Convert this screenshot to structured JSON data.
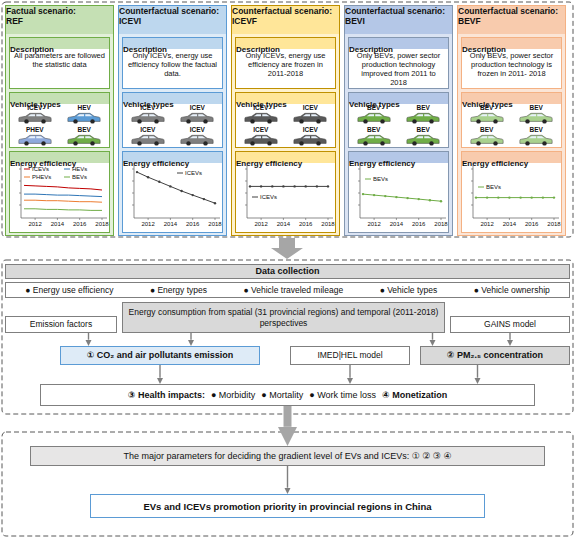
{
  "diagram": {
    "nodes": [
      {
        "text": [
          "Factual scenario: REF"
        ]
      },
      {
        "text": [
          "Description",
          "All parameters are followed the statistic data"
        ],
        "in": 0
      },
      {
        "text": [
          "Vehicle types"
        ],
        "in": 0
      },
      {
        "text": [
          "Energy efficiency"
        ],
        "in": 0
      },
      {
        "text": [
          "Counterfactual scenario: ICEVI"
        ]
      },
      {
        "text": [
          "Description",
          "Only ICEVs, energy use efficiency follow the factual data."
        ],
        "in": 4
      },
      {
        "text": [
          "Vehicle types"
        ],
        "in": 4
      },
      {
        "text": [
          "Energy efficiency"
        ],
        "in": 4
      },
      {
        "text": [
          "Counterfactual scenario: ICEVF"
        ]
      },
      {
        "text": [
          "Description",
          "Only ICEVs, energy use efficiency are frozen in 2011-2018"
        ],
        "in": 8
      },
      {
        "text": [
          "Vehicle types"
        ],
        "in": 8
      },
      {
        "text": [
          "Energy efficiency"
        ],
        "in": 8
      },
      {
        "text": [
          "Counterfactual scenario: BEVI"
        ]
      },
      {
        "text": [
          "Description",
          "Only BEVs, power sector production technology improved from 2011 to 2018"
        ],
        "in": 12
      },
      {
        "text": [
          "Vehicle types"
        ],
        "in": 12
      },
      {
        "text": [
          "Energy efficiency"
        ],
        "in": 12
      },
      {
        "text": [
          "Counterfactual scenario: BEVF"
        ]
      },
      {
        "text": [
          "Description",
          "Only BEVs, power sector production technology is frozen in 2011- 2018"
        ],
        "in": 16
      },
      {
        "text": [
          "Vehicle types"
        ],
        "in": 16
      },
      {
        "text": [
          "Energy efficiency"
        ],
        "in": 16
      },
      {
        "text": [
          "Data collection"
        ]
      },
      {
        "text": [
          "● Energy use efficiency",
          "● Energy types",
          "● Vehicle traveled mileage",
          "● Vehicle types",
          "● Vehicle ownership"
        ]
      },
      {
        "text": [
          "Emission factors"
        ]
      },
      {
        "text": [
          "Energy consumption from spatial (31 provincial regions) and temporal (2011-2018) perspectives"
        ]
      },
      {
        "text": [
          "GAINS model"
        ]
      },
      {
        "text": [
          "① CO₂ and air pollutants emission"
        ]
      },
      {
        "text": [
          "IMED|HEL model"
        ]
      },
      {
        "text": [
          "② PM₂.₅ concentration"
        ]
      },
      {
        "text": [
          "③ Health impacts:",
          "● Morbidity",
          "● Mortality",
          "● Work time loss",
          "④ Monetization"
        ]
      },
      {
        "text": [
          "The major parameters for deciding the gradient level of EVs and ICEVs: ① ② ③ ④"
        ]
      },
      {
        "text": [
          "EVs and ICEVs promotion priority in provincial regions in China"
        ]
      }
    ],
    "edges": [
      {
        "from": 22,
        "to": 25,
        "arrow": "to"
      },
      {
        "from": 23,
        "to": 25,
        "arrow": "to"
      },
      {
        "from": 23,
        "to": 27,
        "arrow": "to"
      },
      {
        "from": 24,
        "to": 27,
        "arrow": "to"
      },
      {
        "from": 25,
        "to": 28,
        "arrow": "to"
      },
      {
        "from": 26,
        "to": 28,
        "arrow": "to"
      },
      {
        "from": 27,
        "to": 28,
        "arrow": "to"
      },
      {
        "from": 28,
        "to": 29,
        "arrow": "to"
      },
      {
        "from": 29,
        "to": 30,
        "arrow": "to"
      }
    ],
    "labels": [
      "ICEV",
      "HEV",
      "PHEV",
      "BEV",
      "ICEV",
      "ICEV",
      "ICEV",
      "ICEV",
      "ICEV",
      "ICEV",
      "ICEV",
      "ICEV",
      "BEV",
      "BEV",
      "BEV",
      "BEV",
      "BEV",
      "BEV",
      "BEV",
      "BEV",
      "2012",
      "2014",
      "2016",
      "2018",
      "2012",
      "2014",
      "2016",
      "2018",
      "2012",
      "2014",
      "2016",
      "2018",
      "2012",
      "2014",
      "2016",
      "2018",
      "2012",
      "2014",
      "2016",
      "2018",
      "ICEVs",
      "HEVs",
      "PHEVs",
      "BEVs",
      "ICEVs",
      "ICEVs",
      "BEVs",
      "BEVs"
    ]
  }
}
